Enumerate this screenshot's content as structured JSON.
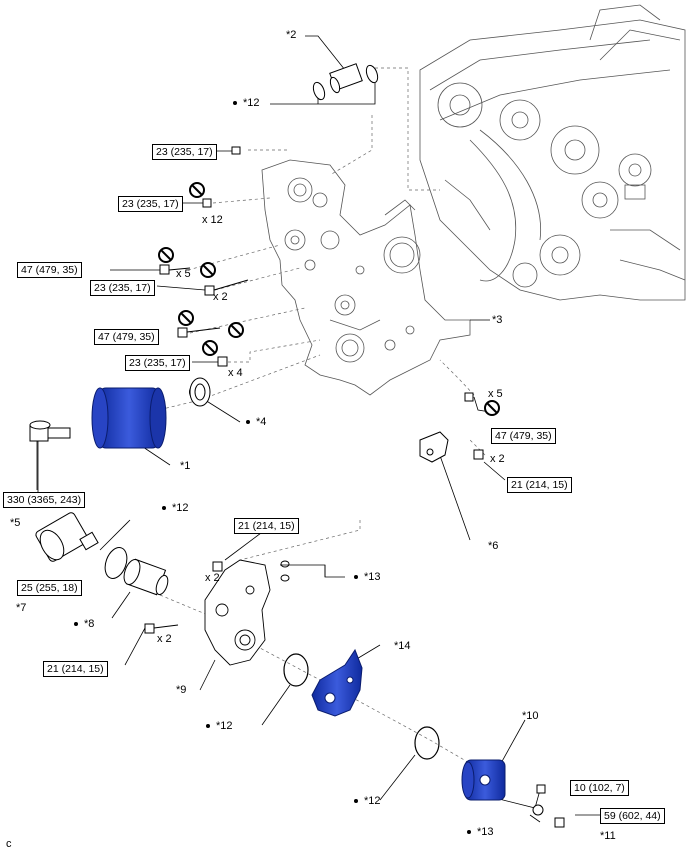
{
  "callouts": {
    "c1": "*1",
    "c2": "*2",
    "c3": "*3",
    "c4": "*4",
    "c5": "*5",
    "c6": "*6",
    "c7": "*7",
    "c8": "*8",
    "c9": "*9",
    "c10": "*10",
    "c11": "*11",
    "c12a": "*12",
    "c12b": "*12",
    "c12c": "*12",
    "c12d": "*12",
    "c13a": "*13",
    "c13b": "*13",
    "c14": "*14"
  },
  "torques": {
    "t1": "23 (235, 17)",
    "t2": "23 (235, 17)",
    "t3": "47 (479, 35)",
    "t4": "23 (235, 17)",
    "t5": "47 (479, 35)",
    "t6": "23 (235, 17)",
    "t7": "47 (479, 35)",
    "t8": "21 (214, 15)",
    "t9": "330 (3365, 243)",
    "t10": "21 (214, 15)",
    "t11": "25 (255, 18)",
    "t12": "21 (214, 15)",
    "t13": "10 (102, 7)",
    "t14": "59 (602, 44)"
  },
  "quantities": {
    "q1": "x 12",
    "q2": "x 5",
    "q3": "x 2",
    "q4": "x 4",
    "q5": "x 5",
    "q6": "x 2",
    "q7": "x 2",
    "q8": "x 2"
  },
  "corner_mark": "c",
  "colors": {
    "highlight_part": "#1f3fbf",
    "line": "#000000",
    "drawing": "#555555"
  }
}
